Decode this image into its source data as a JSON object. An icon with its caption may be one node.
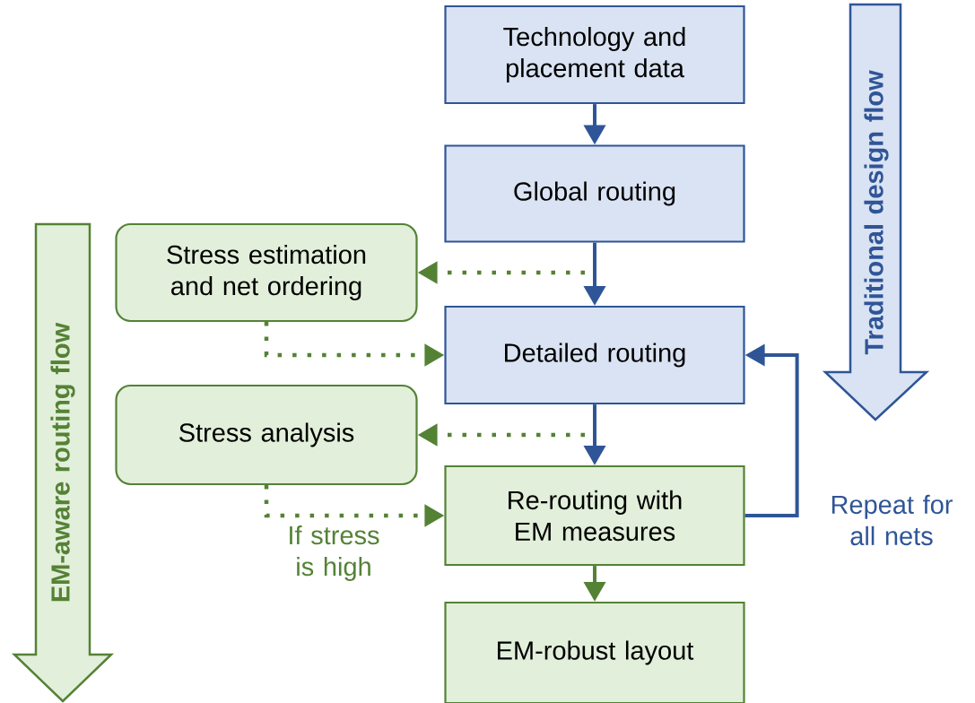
{
  "diagram": {
    "nodes": [
      {
        "text": [
          "Technology and placement data"
        ]
      },
      {
        "text": [
          "Global routing"
        ]
      },
      {
        "text": [
          "Stress estimation and net ordering"
        ]
      },
      {
        "text": [
          "Detailed routing"
        ]
      },
      {
        "text": [
          "Stress analysis"
        ]
      },
      {
        "text": [
          "Re-routing with EM measures"
        ]
      },
      {
        "text": [
          "EM-robust layout"
        ]
      },
      {
        "text": [
          "Traditional design flow"
        ]
      },
      {
        "text": [
          "EM-aware routing flow"
        ]
      }
    ],
    "edges": [
      {
        "from": 0,
        "to": 1,
        "arrow": "to",
        "color": "#2f5597"
      },
      {
        "from": null,
        "to": 2,
        "arrow": "to",
        "style": "dashed",
        "color": "#548235"
      },
      {
        "from": 1,
        "to": 3,
        "arrow": "to",
        "color": "#2f5597"
      },
      {
        "from": 2,
        "to": 3,
        "arrow": "to",
        "style": "dashed",
        "color": "#548235"
      },
      {
        "from": null,
        "to": 4,
        "arrow": "to",
        "style": "dashed",
        "color": "#548235"
      },
      {
        "from": 3,
        "to": 5,
        "arrow": "to",
        "color": "#2f5597"
      },
      {
        "from": 4,
        "to": 5,
        "arrow": "to",
        "style": "dashed",
        "color": "#548235",
        "label": "If stress is high"
      },
      {
        "from": 5,
        "to": 3,
        "arrow": "to",
        "color": "#2f5597",
        "label": "Repeat for all nets"
      },
      {
        "from": 5,
        "to": 6,
        "arrow": "to",
        "color": "#548235"
      }
    ]
  }
}
